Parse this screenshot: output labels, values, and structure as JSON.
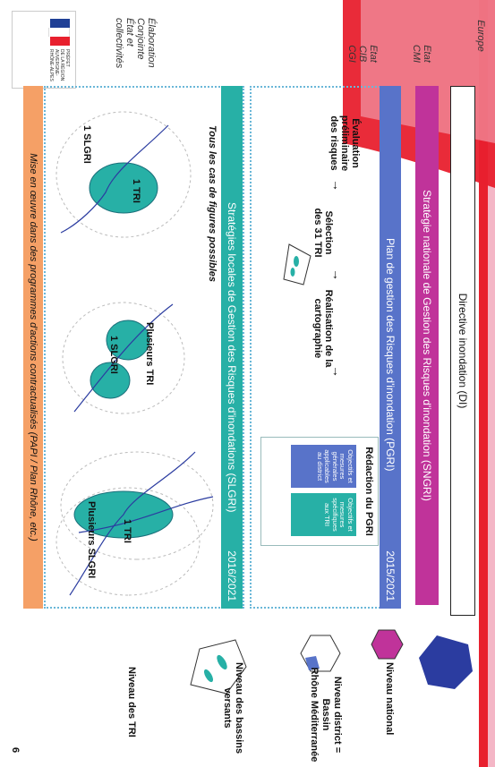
{
  "levels": {
    "europe": "Europe",
    "etat_cmi": [
      "Etat",
      "CMI"
    ],
    "etat_cib": [
      "Etat",
      "CIB",
      "CGI"
    ],
    "elaboration": [
      "Élaboration",
      "Conjointe",
      "État et",
      "collectivités"
    ]
  },
  "bars": {
    "directive": "Directive inondation (DI)",
    "sngri": "Stratégie nationale de Gestion des Risques d'inondation (SNGRI)",
    "pgri": "Plan de gestion des Risques d'inondation (PGRI)",
    "pgri_years": "2015/2021",
    "slgri": "Stratégies locales de Gestion des Risques d'inondations (SLGRI)",
    "slgri_years": "2016/2021"
  },
  "steps": {
    "evaluation": [
      "Évaluation",
      "préliminaire",
      "des risques"
    ],
    "selection": [
      "Sélection",
      "des 31 TRI"
    ],
    "cartographie": [
      "Réalisation de la",
      "cartographie"
    ],
    "redaction": "Rédaction du PGRI",
    "objectifs_generaux": [
      "Objectifs et",
      "mesures",
      "générales",
      "applicables",
      "au district"
    ],
    "objectifs_specifiques": [
      "Objectifs et",
      "mesures",
      "spécifiques",
      "aux TRI"
    ]
  },
  "cases": {
    "title": "Tous les cas de figures possibles",
    "case1_slgri": "1 SLGRI",
    "case1_tri": "1 TRI",
    "case2_tri": "Plusieurs TRI",
    "case2_slgri": "1 SLGRI",
    "case3_tri": "1 TRI",
    "case3_slgri": "Plusieurs SLGRI"
  },
  "footer": "Mise en œuvre dans des programmes d'actions contractualisés (PAPI / Plan Rhône, etc.)",
  "right_labels": {
    "national": "Niveau national",
    "district": [
      "Niveau district = Bassin",
      "Rhône Méditerranée"
    ],
    "bassins": [
      "Niveau des bassins",
      "versants"
    ],
    "tri": "Niveau des TRI"
  },
  "logo_text": [
    "PRÉFET",
    "DE LA RÉGION",
    "AUVERGNE-",
    "RHÔNE-ALPES"
  ],
  "page_number": "6",
  "colors": {
    "red": "#e8202e",
    "magenta": "#c0339a",
    "blue": "#5873c9",
    "teal": "#27b0a6",
    "orange": "#f5a066",
    "pink": "#f4b6c6"
  }
}
